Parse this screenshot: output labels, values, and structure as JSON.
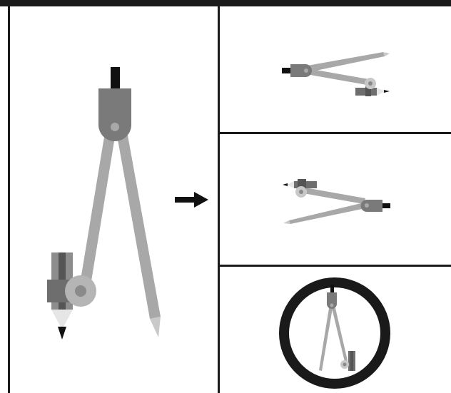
{
  "figure": {
    "panels": [
      {
        "id": "main",
        "content": "compass-upright"
      },
      {
        "id": "step-1",
        "content": "compass-open-right"
      },
      {
        "id": "step-2",
        "content": "compass-open-left"
      },
      {
        "id": "step-3",
        "content": "compass-drawing-circle"
      }
    ],
    "arrow": "right-arrow-icon"
  },
  "colors": {
    "frame": "#1a1a1a",
    "leg": "#a8a8a8",
    "head": "#7a7a7a",
    "handle": "#111111",
    "pivot": "#b5b5b5",
    "hub": "#c8c8c8",
    "pencil_light": "#8d8d8d",
    "pencil_dark": "#555555",
    "pencil_wood": "#e6e6e6",
    "graphite": "#111111"
  }
}
